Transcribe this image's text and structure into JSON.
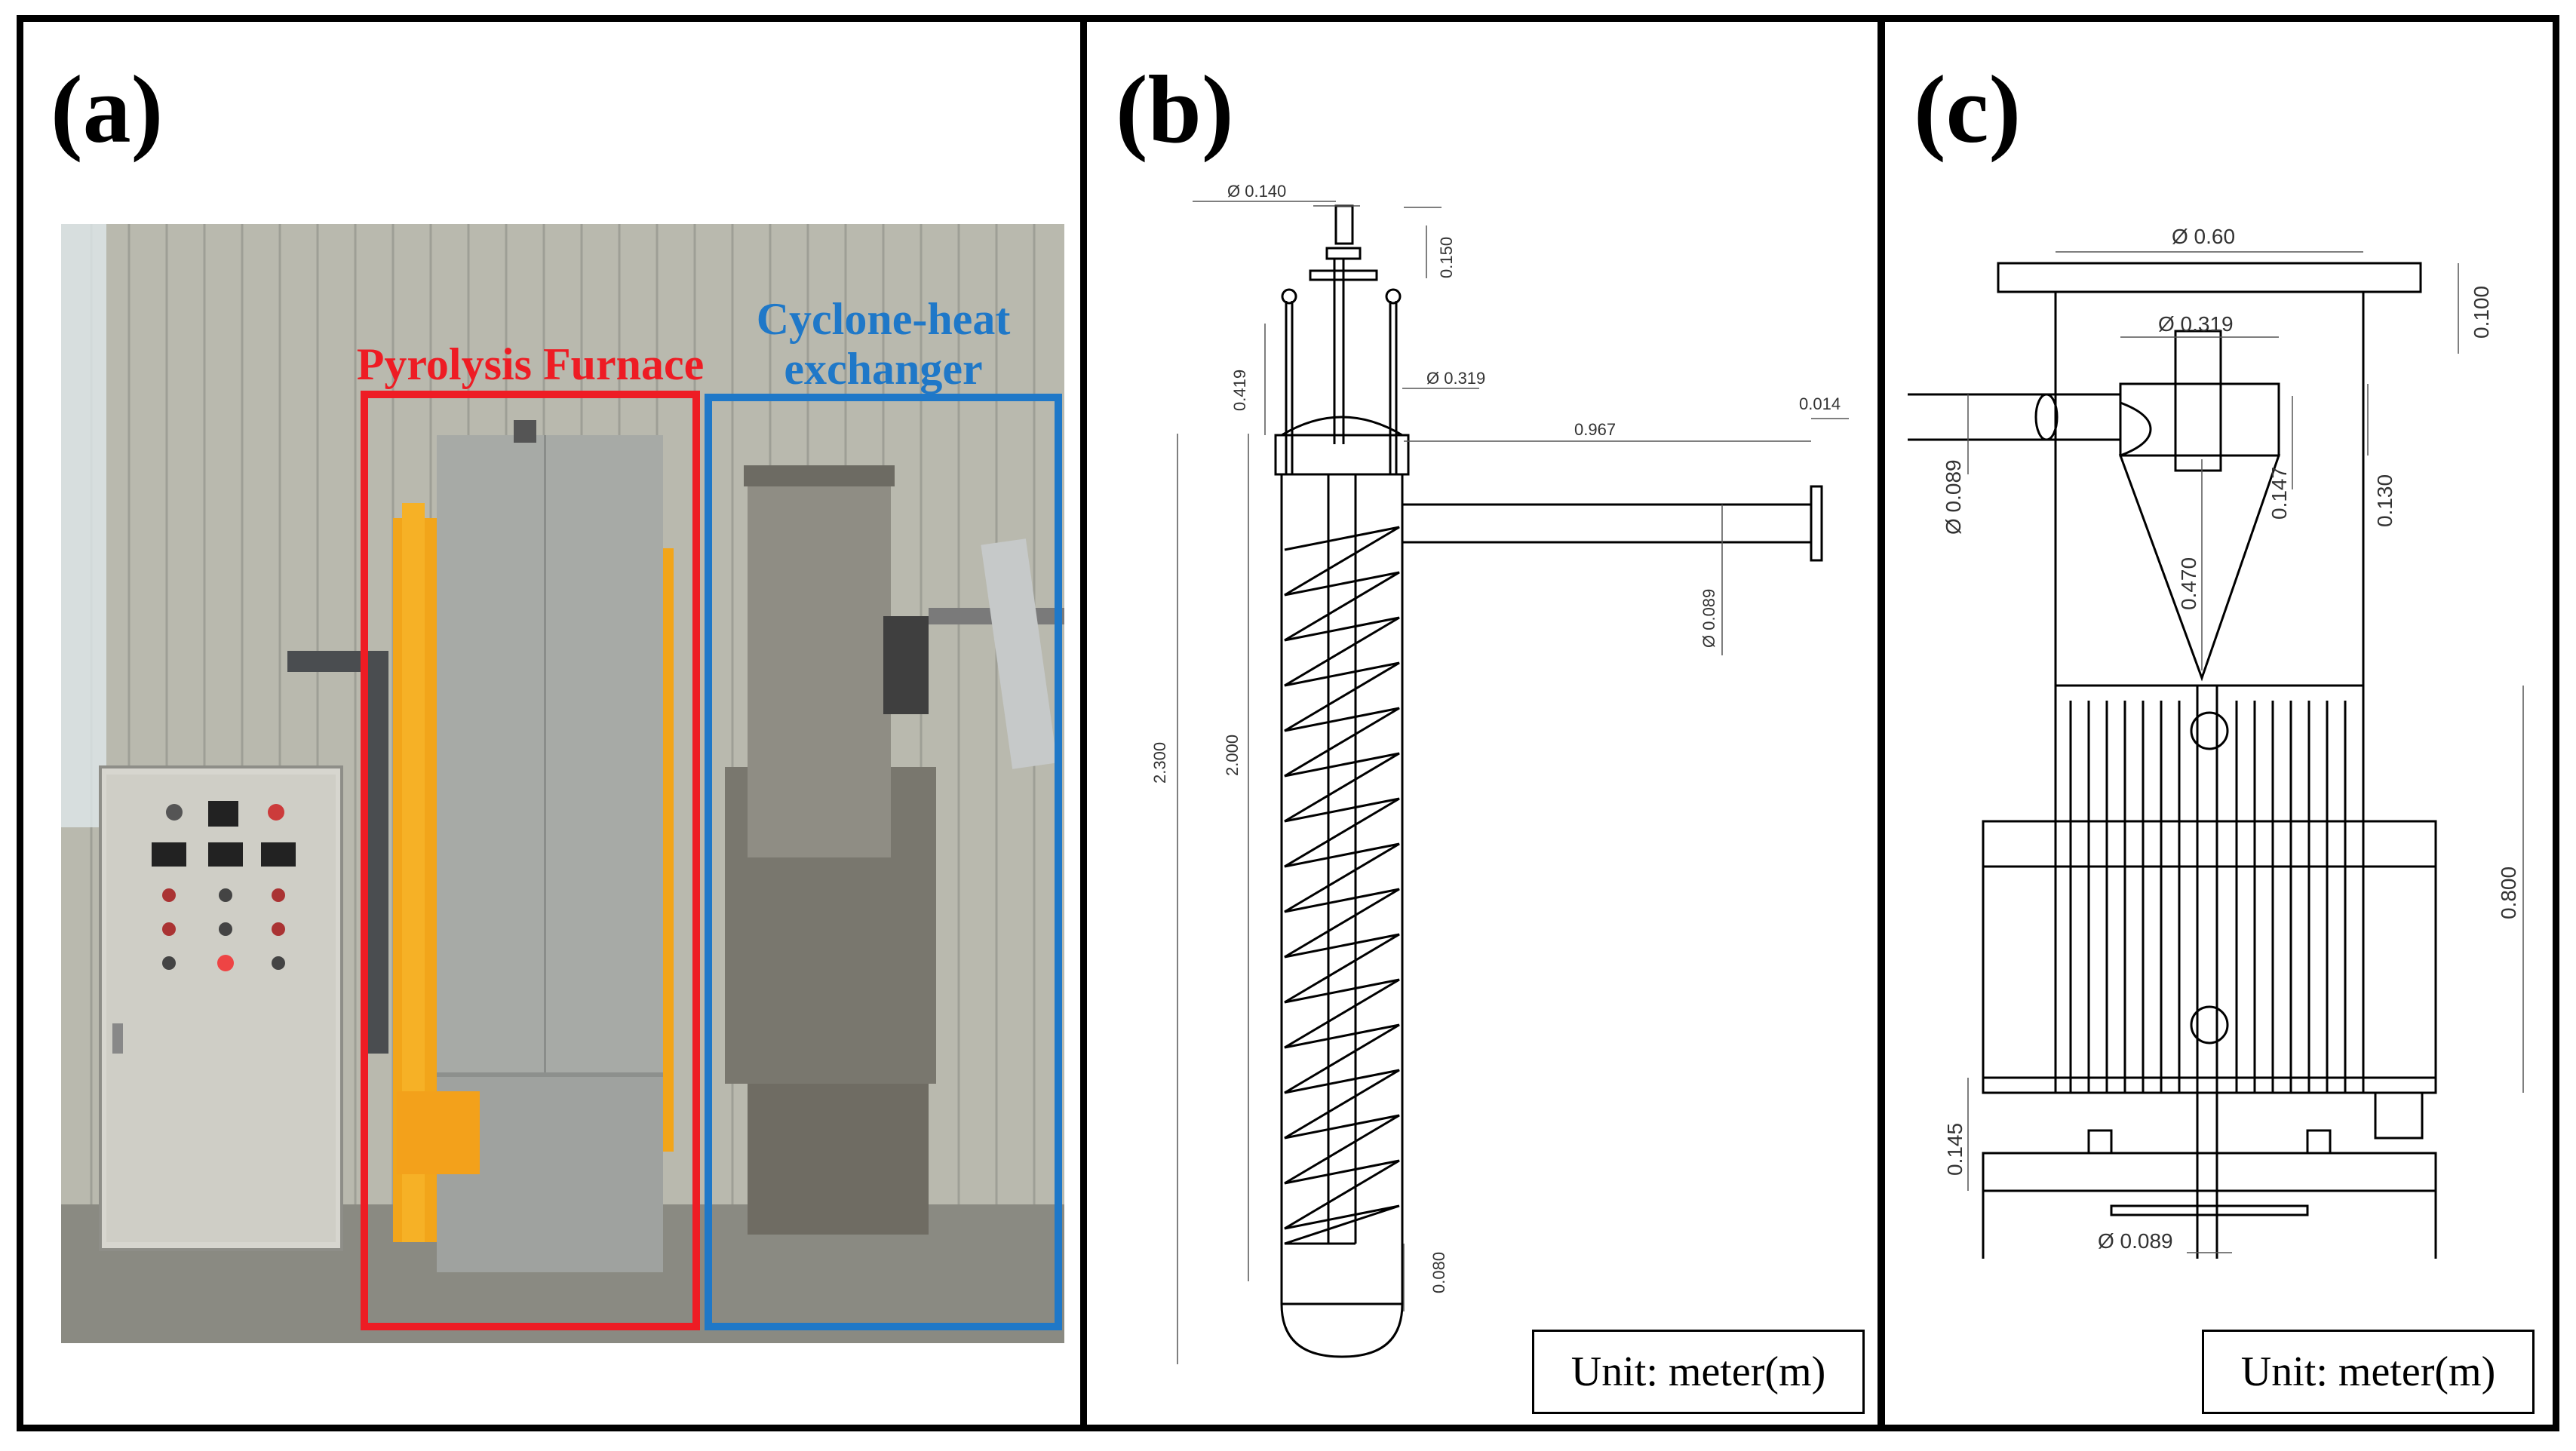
{
  "panels": {
    "a": {
      "label": "(a)",
      "furnace_label": "Pyrolysis Furnace",
      "cyclone_label_line1": "Cyclone-heat",
      "cyclone_label_line2": "exchanger",
      "colors": {
        "furnace_box": "#ee1c24",
        "cyclone_box": "#1f78c8"
      }
    },
    "b": {
      "label": "(b)",
      "unit": "Unit: meter(m)",
      "dimensions": {
        "d_top": "Ø 0.140",
        "h_top": "0.150",
        "d_shell": "Ø 0.319",
        "h_cap": "0.419",
        "pipe_len": "0.967",
        "flange": "0.014",
        "d_pipe": "Ø 0.089",
        "h_total": "2.300",
        "h_coil": "2.000",
        "h_bottom": "0.080"
      }
    },
    "c": {
      "label": "(c)",
      "unit": "Unit: meter(m)",
      "dimensions": {
        "d_lid": "Ø 0.60",
        "h_lid": "0.100",
        "d_cyclone": "Ø 0.319",
        "d_inlet": "Ø 0.089",
        "h_inlet": "0.147",
        "h_body": "0.130",
        "h_cone": "0.470",
        "h_exchanger": "0.800",
        "h_base": "0.145",
        "d_outlet": "Ø 0.089"
      }
    }
  }
}
